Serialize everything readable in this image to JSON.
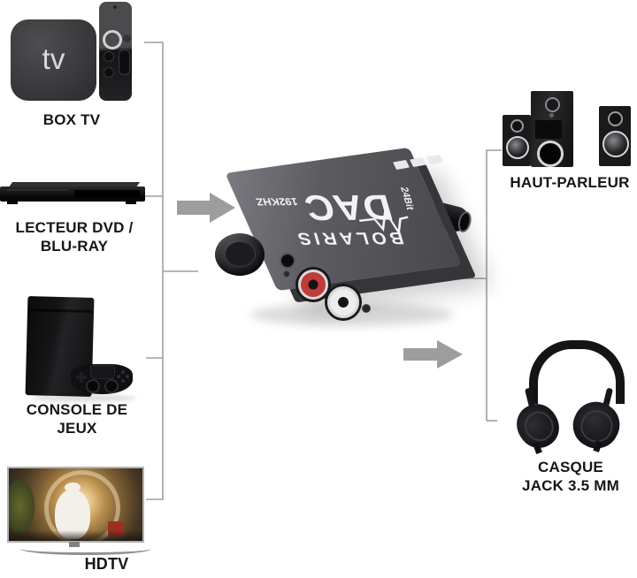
{
  "sources": [
    {
      "id": "box-tv",
      "device_text": "tv",
      "lines": [
        "BOX TV"
      ]
    },
    {
      "id": "dvd-player",
      "lines": [
        "LECTEUR DVD /",
        "BLU-RAY"
      ]
    },
    {
      "id": "game-console",
      "lines": [
        "CONSOLE DE",
        "JEUX"
      ]
    },
    {
      "id": "hdtv",
      "lines": [
        "HDTV"
      ]
    }
  ],
  "dac": {
    "brand": "BOLARIS",
    "model": "DAC",
    "sample_rate": "192KHZ",
    "bit_depth": "24Bit"
  },
  "outputs": [
    {
      "id": "speakers",
      "lines": [
        "HAUT-PARLEUR"
      ]
    },
    {
      "id": "headphones",
      "lines": [
        "CASQUE",
        "JACK 3.5 MM"
      ]
    }
  ],
  "colors": {
    "background": "#ffffff",
    "label": "#161616",
    "line": "#9e9e9e",
    "arrow": "#9d9da0",
    "rca_red": "#c13b3b",
    "rca_white": "#ededed"
  }
}
